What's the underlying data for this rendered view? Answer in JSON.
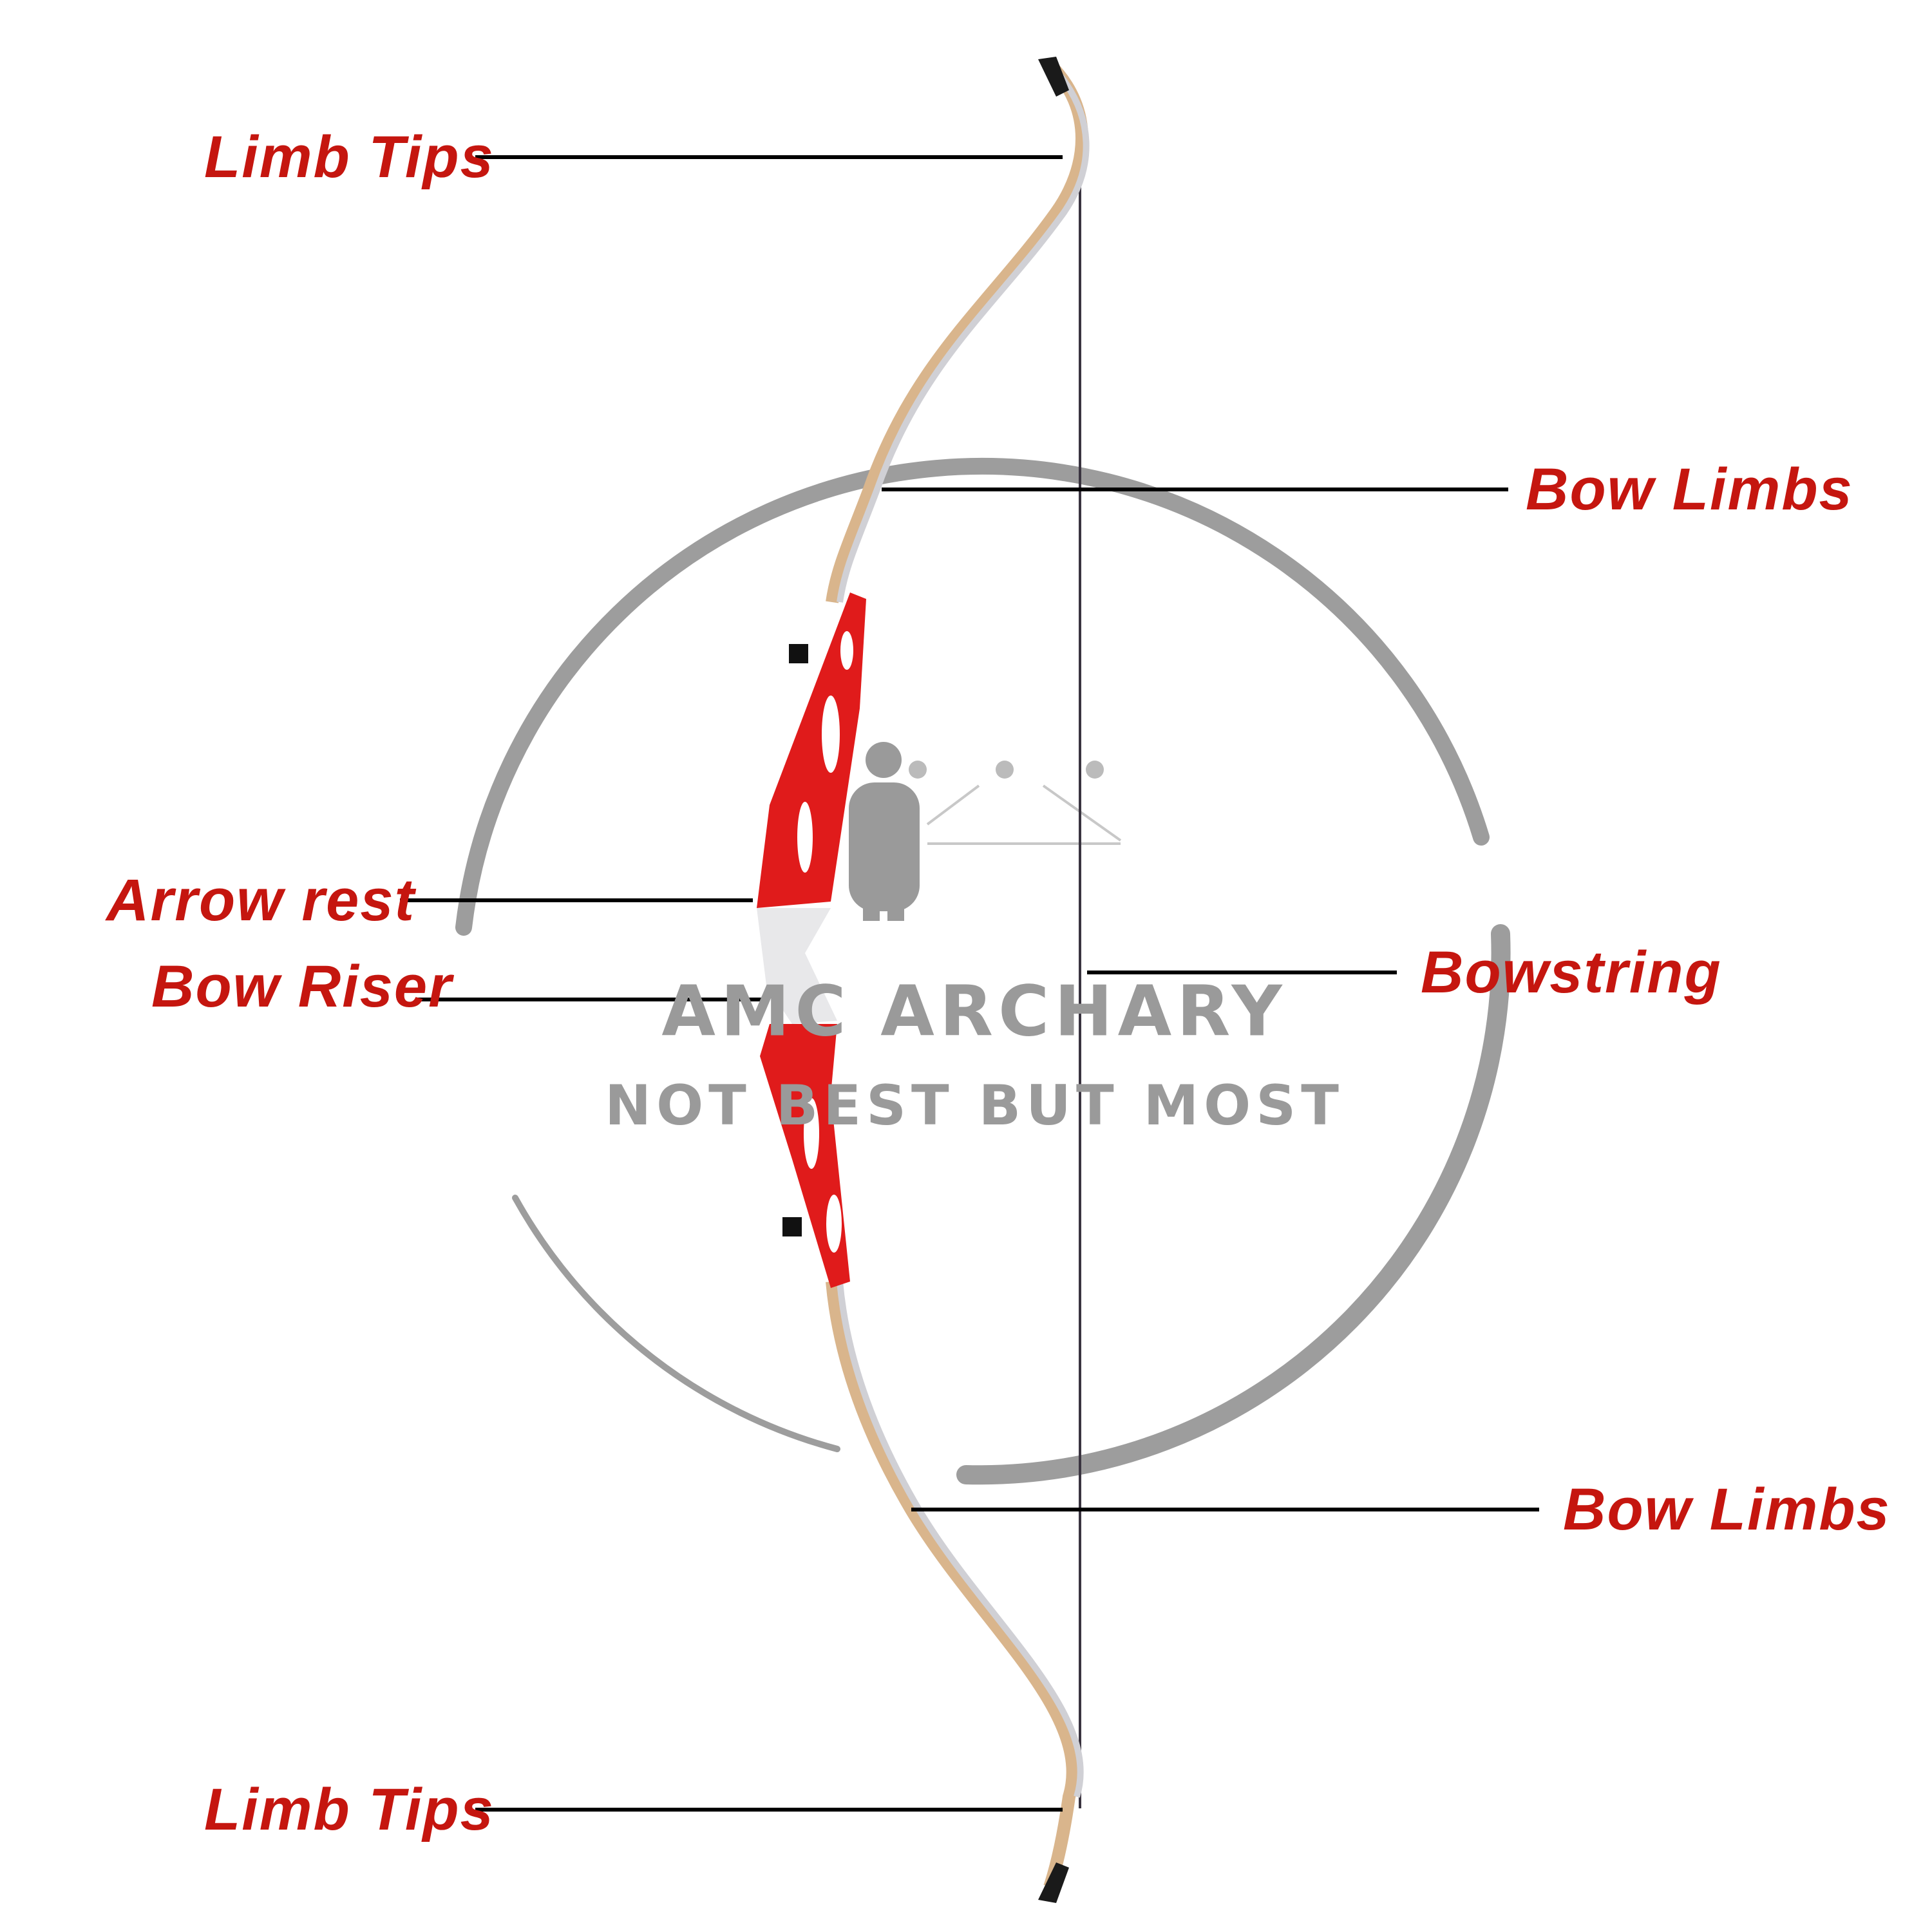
{
  "labels": {
    "limb_tips_top": "Limb Tips",
    "bow_limbs_upper": "Bow Limbs",
    "arrow_rest": "Arrow rest",
    "bow_riser": "Bow Riser",
    "bowstring": "Bowstring",
    "bow_limbs_lower": "Bow Limbs",
    "limb_tips_bottom": "Limb Tips"
  },
  "watermark": {
    "brand": "AMC ARCHARY",
    "slogan": "NOT BEST BUT MOST"
  },
  "colors": {
    "label": "#c5160f",
    "riser": "#e01b1b",
    "watermark": "#9a9a9a",
    "leader": "#000000"
  }
}
